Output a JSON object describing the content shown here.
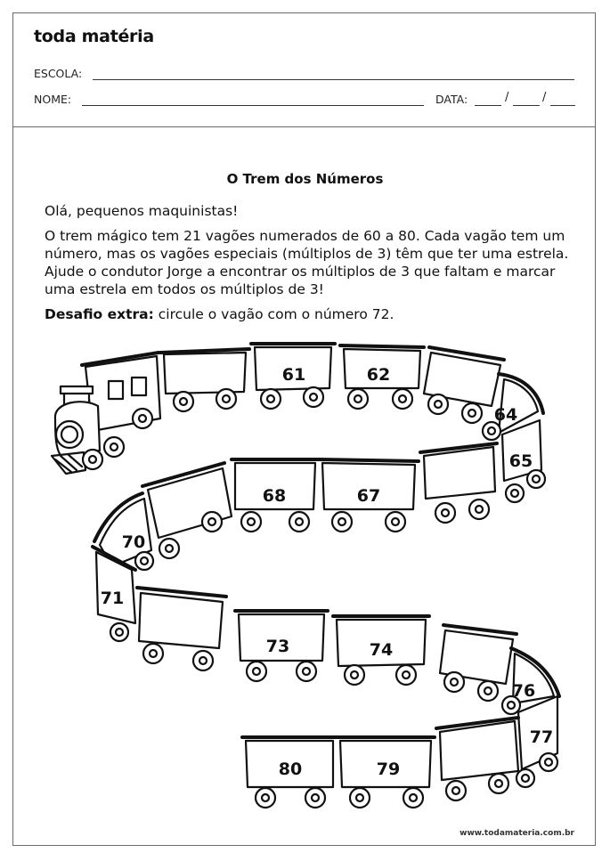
{
  "header": {
    "logo": "toda matéria",
    "school_label": "ESCOLA:",
    "name_label": "NOME:",
    "date_label": "DATA:",
    "date_sep": "/"
  },
  "worksheet": {
    "title": "O Trem dos Números",
    "greeting": "Olá, pequenos maquinistas!",
    "instructions": "O trem mágico tem 21 vagões numerados de 60 a 80. Cada vagão tem um número, mas os vagões especiais (múltiplos de 3) têm que ter uma estrela. Ajude o condutor Jorge a encontrar os múltiplos de 3 que faltam e marcar uma estrela em todos os múltiplos de 3!",
    "challenge_label": "Desafio extra:",
    "challenge_text": " circule o vagão com o número 72."
  },
  "train": {
    "wagon_numbers": {
      "w61": "61",
      "w62": "62",
      "w64": "64",
      "w65": "65",
      "w67": "67",
      "w68": "68",
      "w70": "70",
      "w71": "71",
      "w73": "73",
      "w74": "74",
      "w76": "76",
      "w77": "77",
      "w79": "79",
      "w80": "80"
    }
  },
  "footer": {
    "url": "www.todamateria.com.br"
  }
}
